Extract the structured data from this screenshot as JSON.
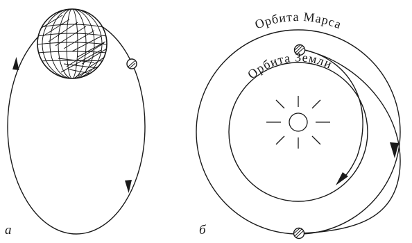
{
  "panels": {
    "a": {
      "label": "а"
    },
    "b": {
      "label": "б",
      "mars_orbit_label": "Орбита Марса",
      "earth_orbit_label": "Орбита Земли"
    }
  },
  "colors": {
    "ink": "#1a1a1a",
    "background": "#ffffff"
  },
  "icons": {
    "planet": "earth-globe-icon",
    "moon": "small-body-icon",
    "sun": "sun-icon"
  }
}
